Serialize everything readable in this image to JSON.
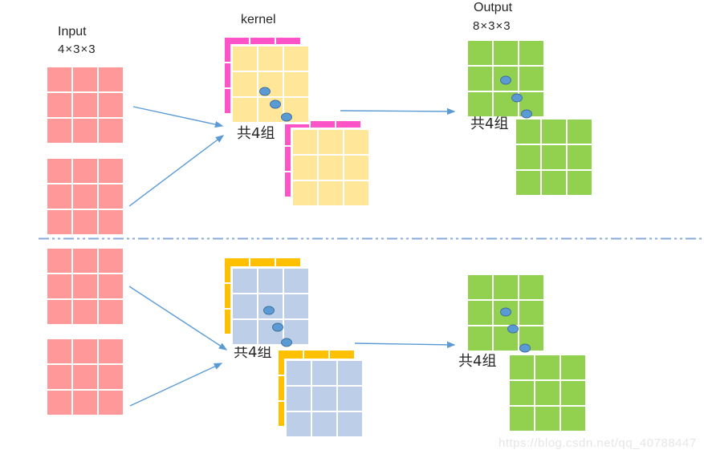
{
  "top": {
    "input": {
      "title": "Input",
      "dims": "4×3×3"
    },
    "kernel": {
      "title": "kernel",
      "group_label": "共4组"
    },
    "output": {
      "title": "Output",
      "dims": "8×3×3",
      "group_label": "共4组"
    }
  },
  "bottom": {
    "kernel": {
      "group_label": "共4组"
    },
    "output": {
      "group_label": "共4组"
    }
  },
  "watermark": "https://blog.csdn.net/qq_40788447",
  "colors": {
    "text": "#262626",
    "input_pink": "#FF9999",
    "kernel_back_top": "#FF54C8",
    "kernel_front_top": "#FFE699",
    "kernel_back_bottom": "#FFC000",
    "kernel_front_bottom": "#BDCFE8",
    "output_green": "#92D050",
    "dot_fill": "#5B9BD5",
    "dot_stroke": "#41719C",
    "arrow": "#5B9BD5",
    "divider": "#86ABD9",
    "watermark": "#E6E6E8"
  }
}
